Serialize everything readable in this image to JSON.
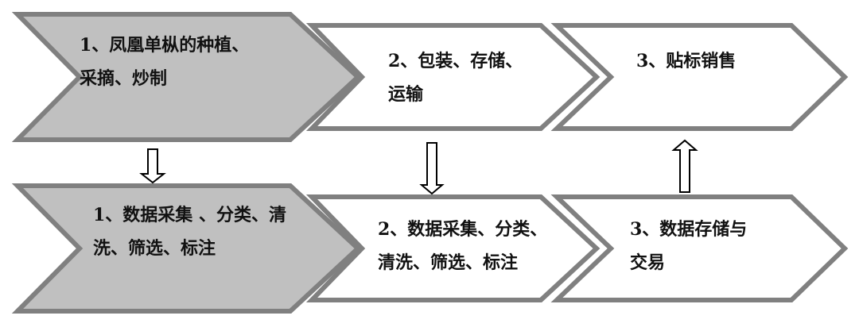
{
  "diagram": {
    "colors": {
      "highlight_fill": "#c0c0c0",
      "plain_fill": "#ffffff",
      "stroke": "#808080",
      "arrow_stroke": "#000000"
    },
    "top_row": [
      {
        "id": "top-1",
        "label": "1、凤凰单枞的种植、\n采摘、炒制",
        "highlighted": true
      },
      {
        "id": "top-2",
        "label": "2、包装、存储、\n运输",
        "highlighted": false
      },
      {
        "id": "top-3",
        "label": "3、贴标销售",
        "highlighted": false
      }
    ],
    "bottom_row": [
      {
        "id": "bottom-1",
        "label": "1、数据采集 、分类、清\n洗、筛选、标注",
        "highlighted": true
      },
      {
        "id": "bottom-2",
        "label": "2、数据采集、分类、\n清洗、筛选、标注",
        "highlighted": false
      },
      {
        "id": "bottom-3",
        "label": "3、数据存储与\n交易",
        "highlighted": false
      }
    ],
    "connectors": [
      {
        "column": 1,
        "direction": "down"
      },
      {
        "column": 2,
        "direction": "down"
      },
      {
        "column": 3,
        "direction": "up"
      }
    ]
  }
}
